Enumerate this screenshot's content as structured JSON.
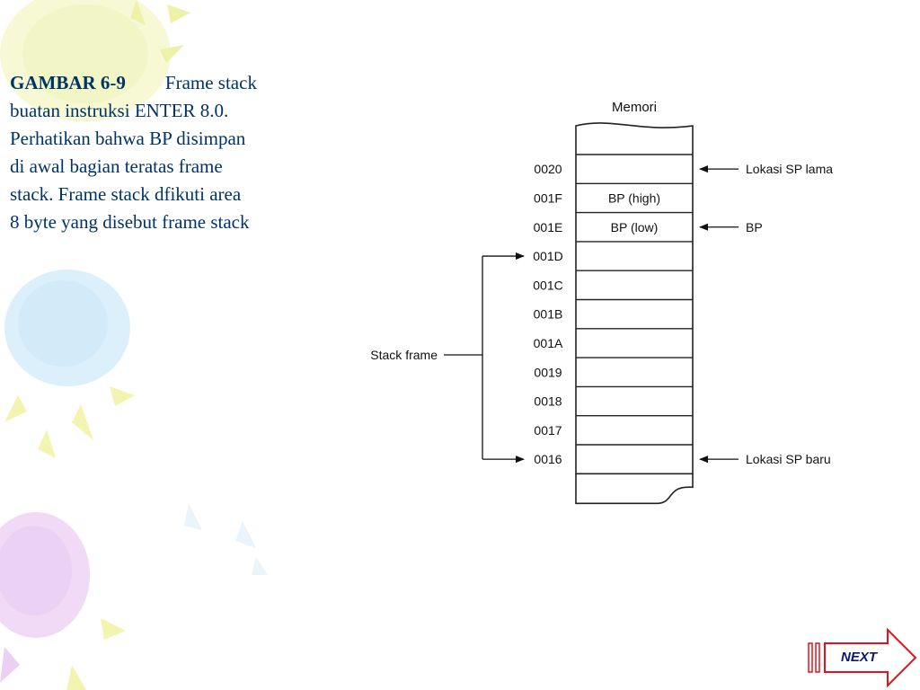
{
  "caption": {
    "figure_number": "GAMBAR 6-9",
    "text_lines": [
      "Frame stack",
      "buatan instruksi ENTER 8.0.",
      "Perhatikan bahwa BP disimpan",
      "di awal bagian teratas frame",
      "stack. Frame stack dfikuti area",
      "8 byte yang disebut frame stack"
    ]
  },
  "diagram": {
    "memory_title": "Memori",
    "rows": [
      {
        "address": "0020",
        "content": ""
      },
      {
        "address": "001F",
        "content": "BP (high)"
      },
      {
        "address": "001E",
        "content": "BP (low)"
      },
      {
        "address": "001D",
        "content": ""
      },
      {
        "address": "001C",
        "content": ""
      },
      {
        "address": "001B",
        "content": ""
      },
      {
        "address": "001A",
        "content": ""
      },
      {
        "address": "0019",
        "content": ""
      },
      {
        "address": "0018",
        "content": ""
      },
      {
        "address": "0017",
        "content": ""
      },
      {
        "address": "0016",
        "content": ""
      }
    ],
    "pointers": [
      {
        "label": "Lokasi SP lama",
        "row": 0
      },
      {
        "label": "BP",
        "row": 2
      },
      {
        "label": "Lokasi SP baru",
        "row": 10
      }
    ],
    "stack_frame_label": "Stack frame",
    "stack_frame_rows": [
      3,
      10
    ]
  },
  "nav": {
    "next_label": "NEXT"
  },
  "theme": {
    "caption_color": "#003366",
    "next_border": "#e0141a",
    "next_text": "#0b1a6b"
  }
}
